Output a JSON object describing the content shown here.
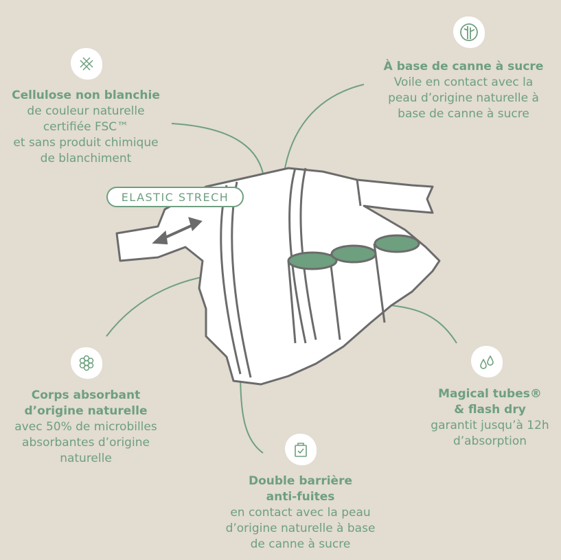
{
  "features": {
    "cellulose": {
      "icon": "weave-icon",
      "title": "Cellulose non blanchie",
      "lines": [
        "de couleur naturelle",
        "certifiée FSC™",
        "et sans produit chimique",
        "de blanchiment"
      ]
    },
    "sugarcane": {
      "icon": "bamboo-icon",
      "title": "À base de canne à sucre",
      "lines": [
        "Voile en contact avec la",
        "peau d’origine naturelle à",
        "base de canne à sucre"
      ]
    },
    "absorbent": {
      "icon": "microbeads-icon",
      "title1": "Corps absorbant",
      "title2": "d’origine naturelle",
      "lines": [
        "avec 50% de microbilles",
        "absorbantes d’origine",
        "naturelle"
      ]
    },
    "tubes": {
      "icon": "droplets-icon",
      "title1": "Magical tubes®",
      "title2": "& flash dry",
      "lines": [
        "garantit jusqu’à 12h",
        "d’absorption"
      ]
    },
    "barrier": {
      "icon": "shield-check-icon",
      "title1": "Double barrière",
      "title2": "anti-fuites",
      "lines": [
        "en contact avec la peau",
        "d’origine naturelle à base",
        "de canne à sucre"
      ]
    }
  },
  "elastic_label": "ELASTIC STRECH",
  "colors": {
    "background": "#e2dcd1",
    "accent": "#6e9f7f",
    "outline": "#6b6b6b"
  }
}
